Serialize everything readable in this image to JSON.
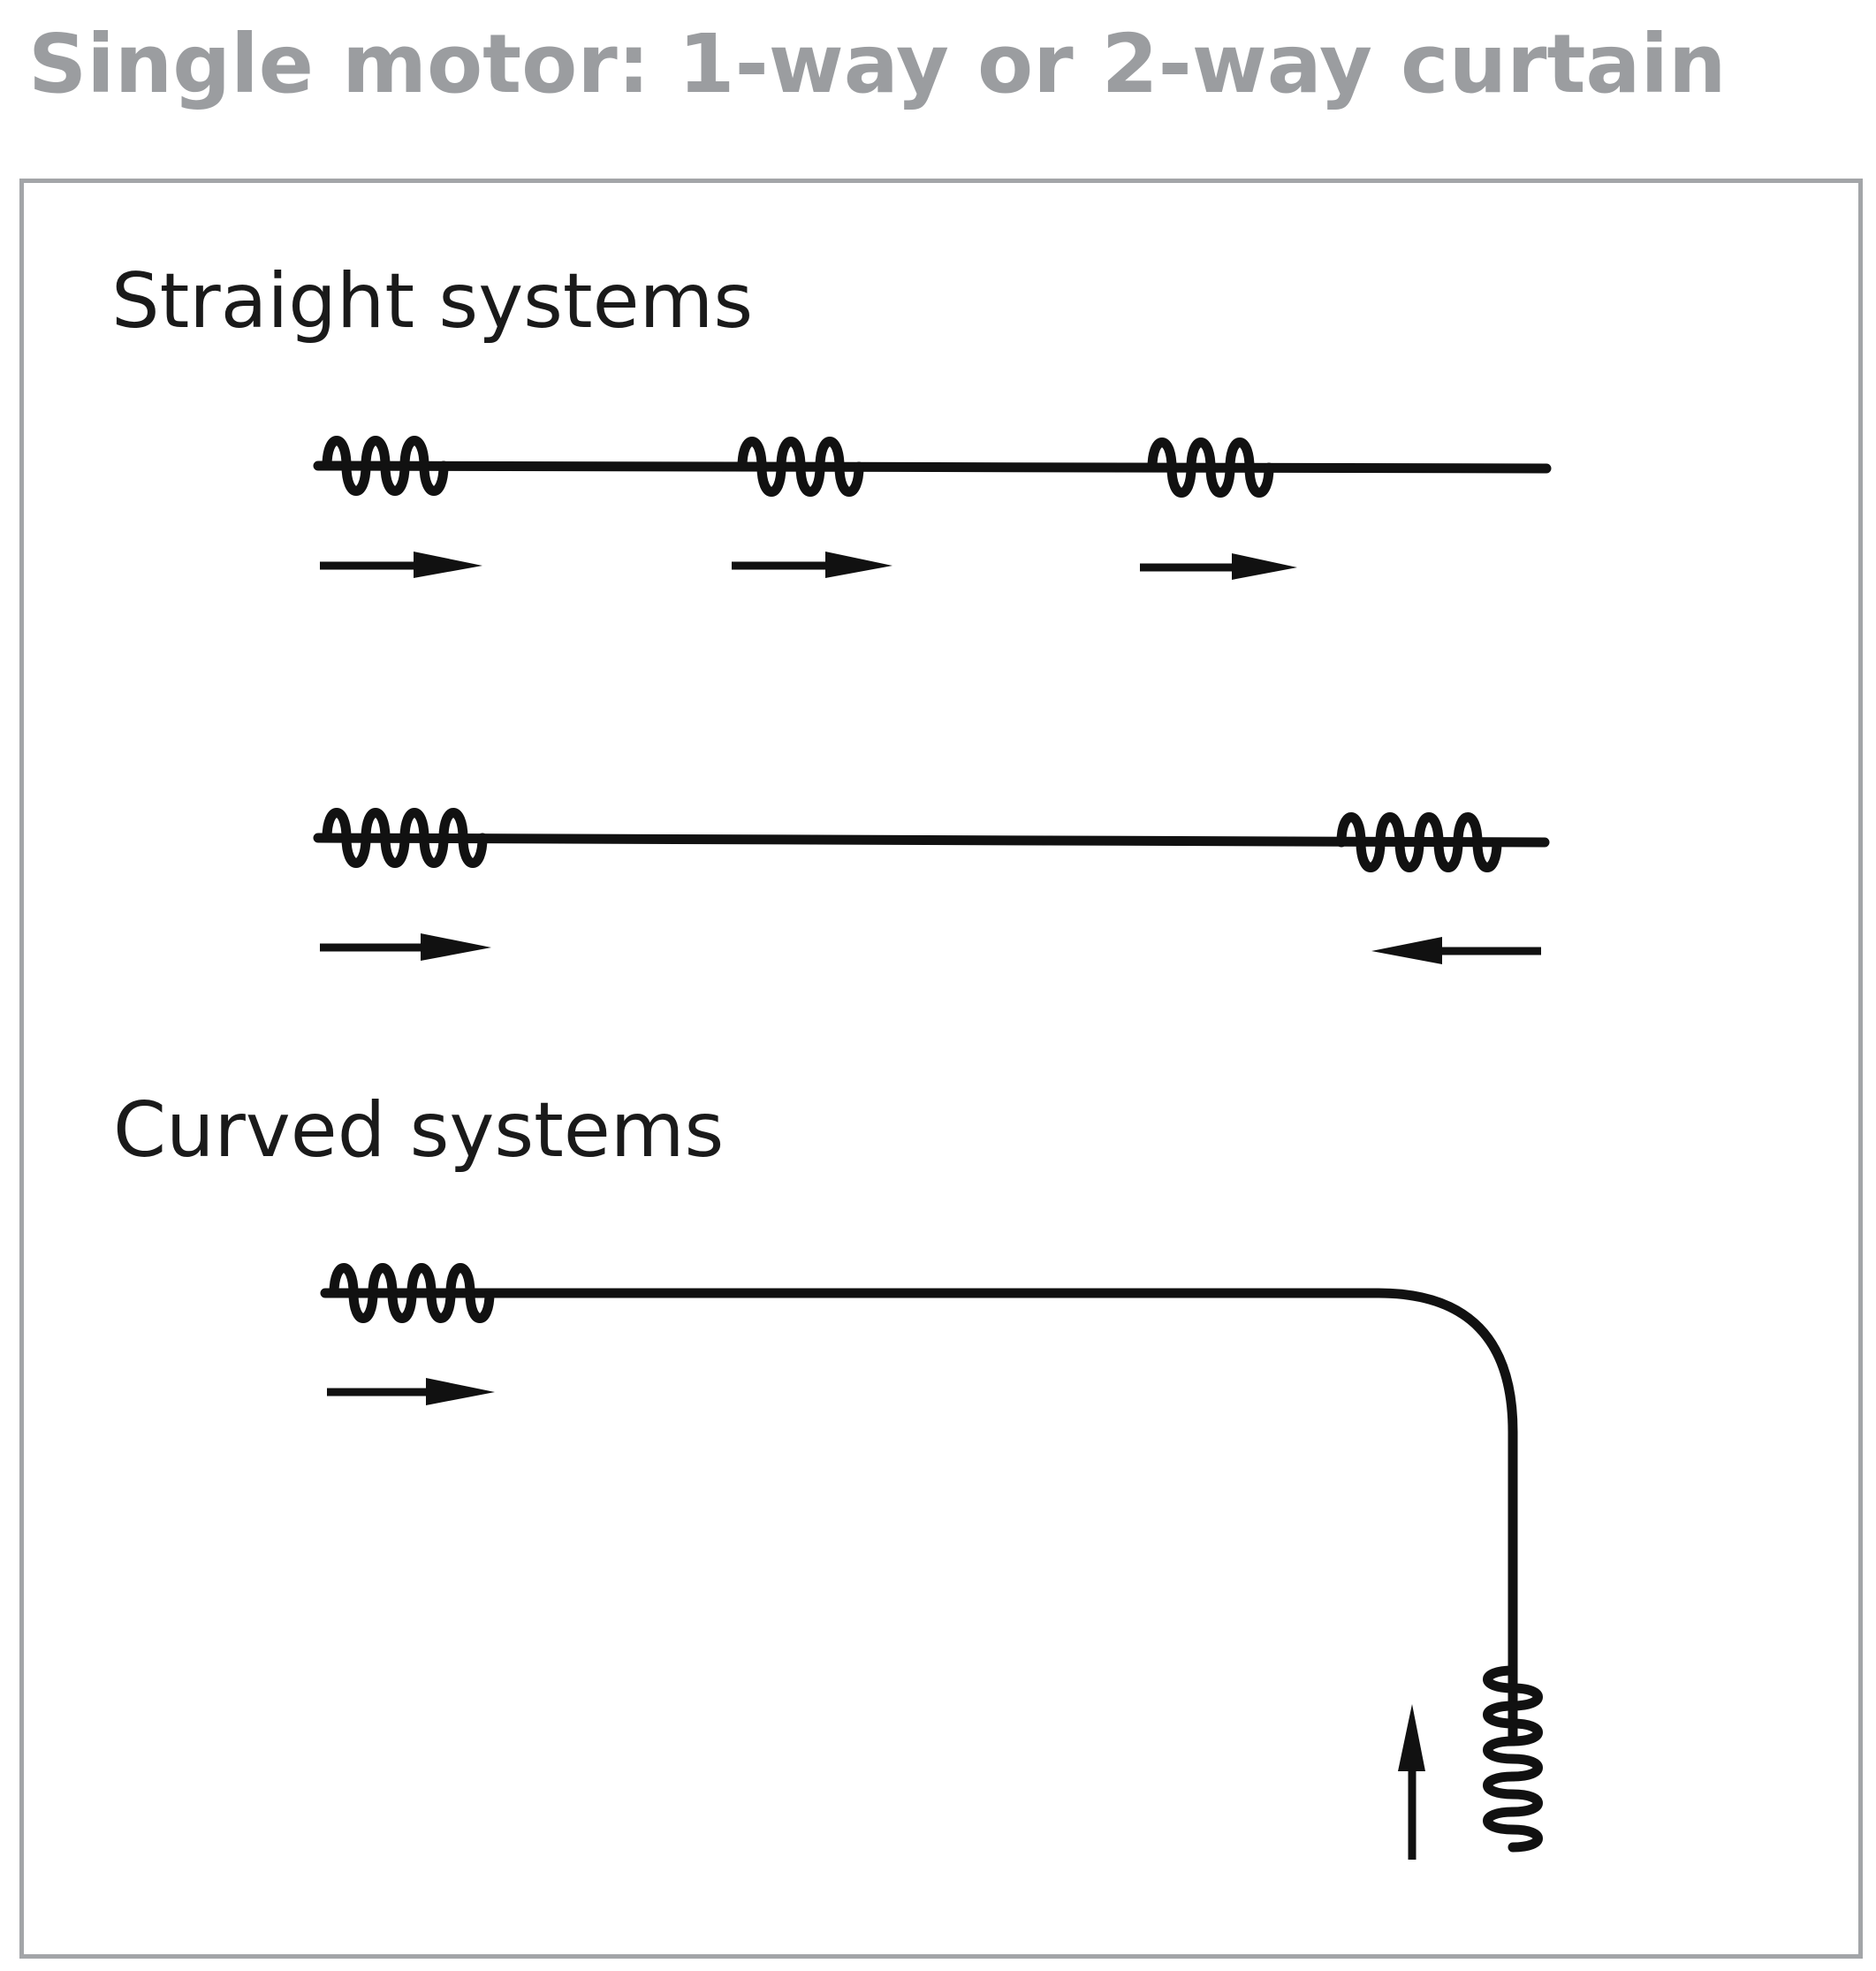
{
  "title": "Single motor: 1-way or 2-way curtain",
  "sections": {
    "straight": {
      "label": "Straight systems"
    },
    "curved": {
      "label": "Curved systems"
    }
  },
  "diagrams": [
    {
      "name": "straight-one-way-track",
      "curtains": [
        {
          "name": "curtain-left",
          "direction": "right"
        },
        {
          "name": "curtain-middle",
          "direction": "right"
        },
        {
          "name": "curtain-right",
          "direction": "right"
        }
      ]
    },
    {
      "name": "straight-two-way-track",
      "curtains": [
        {
          "name": "curtain-left",
          "direction": "right"
        },
        {
          "name": "curtain-right",
          "direction": "left"
        }
      ]
    },
    {
      "name": "curved-track",
      "curtains": [
        {
          "name": "curtain-top",
          "direction": "right"
        },
        {
          "name": "curtain-bottom",
          "direction": "up"
        }
      ]
    }
  ],
  "colors": {
    "title": "#9b9da0",
    "frame": "#a3a5a8",
    "ink": "#111111",
    "label": "#1a1a1a"
  }
}
